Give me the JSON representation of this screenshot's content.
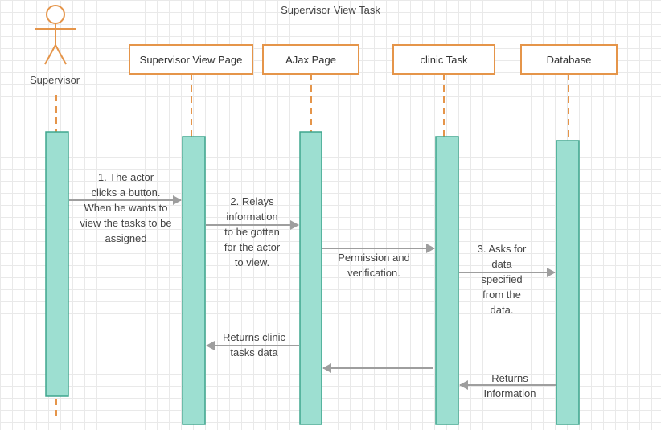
{
  "title": "Supervisor View Task",
  "actor": {
    "label": "Supervisor"
  },
  "objects": [
    {
      "id": "page",
      "label": "Supervisor View Page"
    },
    {
      "id": "ajax",
      "label": "AJax Page"
    },
    {
      "id": "task",
      "label": "clinic Task"
    },
    {
      "id": "db",
      "label": "Database"
    }
  ],
  "messages": {
    "m1": "1. The actor\nclicks a button.\nWhen he wants to\nview the tasks to be\nassigned",
    "m2": "2. Relays\ninformation\nto be gotten\nfor the actor\nto view.",
    "m3": "Permission and\nverification.",
    "m4": "3. Asks for\ndata\nspecified\nfrom the\ndata.",
    "m5": "Returns clinic\ntasks data",
    "m6": "",
    "m7": "Returns\nInformation"
  },
  "colors": {
    "object_border": "#e5954a",
    "lifeline": "#e5954a",
    "activation_fill": "#9ddfd1",
    "activation_border": "#3fa58e",
    "arrow": "#9e9e9e"
  }
}
